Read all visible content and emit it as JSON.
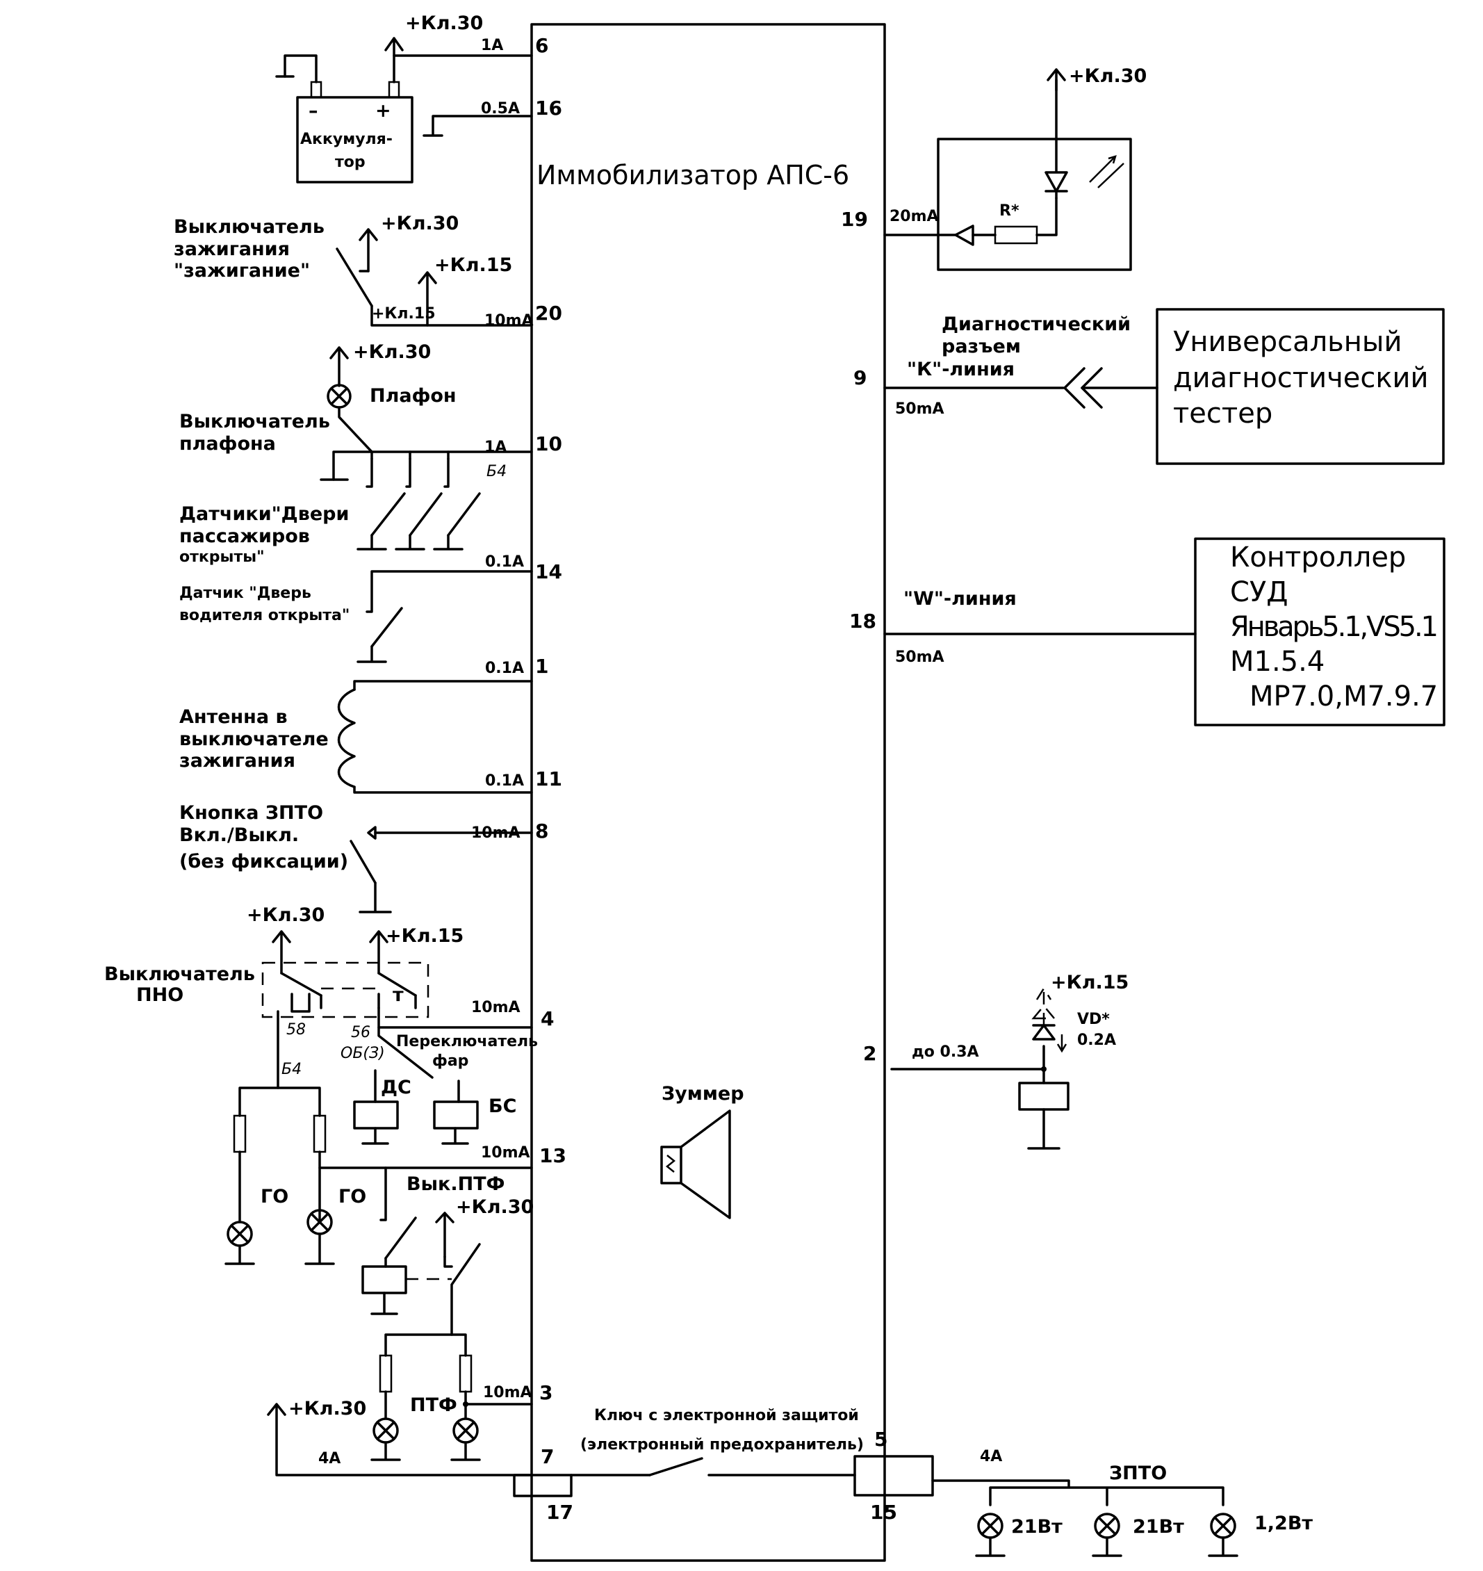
{
  "unit": {
    "title": "Иммобилизатор АПС-6",
    "buzzer": "Зуммер",
    "key_line1": "Ключ с электронной защитой",
    "key_line2": "(электронный предохранитель)"
  },
  "pins": [
    {
      "num": "6",
      "current": "1А"
    },
    {
      "num": "16",
      "current": "0.5А"
    },
    {
      "num": "20",
      "current": "10mA"
    },
    {
      "num": "10",
      "current": "1А",
      "wire": "Б4"
    },
    {
      "num": "14",
      "current": "0.1А"
    },
    {
      "num": "1",
      "current": "0.1А"
    },
    {
      "num": "11",
      "current": "0.1А"
    },
    {
      "num": "8",
      "current": "10mA"
    },
    {
      "num": "4",
      "current": "10mA"
    },
    {
      "num": "13",
      "current": "10mA"
    },
    {
      "num": "3",
      "current": "10mA"
    },
    {
      "num": "7",
      "current": "4А"
    },
    {
      "num": "17"
    },
    {
      "num": "19",
      "current": "20mA"
    },
    {
      "num": "9",
      "current": "50mA"
    },
    {
      "num": "18",
      "current": "50mA"
    },
    {
      "num": "2",
      "current": "до 0.3А"
    },
    {
      "num": "5",
      "current": "4А"
    },
    {
      "num": "15"
    }
  ],
  "supply": {
    "kl30": "+Кл.30",
    "kl15": "+Кл.15"
  },
  "battery": {
    "label_line1": "Аккумуля-",
    "label_line2": "тор",
    "minus": "–",
    "plus": "+"
  },
  "ignition": {
    "line1": "Выключатель",
    "line2": "зажигания",
    "line3": "\"зажигание\"",
    "contact": "+Кл.15"
  },
  "ceiling": {
    "lamp": "Плафон",
    "switch_line1": "Выключатель",
    "switch_line2": "плафона"
  },
  "door_sensors": {
    "line1": "Датчики\"Двери",
    "line2": "пассажиров",
    "line3": "открыты\""
  },
  "driver_door": {
    "line1": "Датчик \"Дверь",
    "line2": "водителя открыта\""
  },
  "antenna": {
    "line1": "Антенна в",
    "line2": "выключателе",
    "line3": "зажигания"
  },
  "zpto_button": {
    "line1": "Кнопка ЗПТО",
    "line2": "Вкл./Выкл.",
    "line3": "(без фиксации)"
  },
  "pno": {
    "line1": "Выключатель",
    "line2": "ПНО",
    "t": "т",
    "w56": "56",
    "w58": "58",
    "w_ob": "ОБ(З)",
    "w_b4": "Б4"
  },
  "headlight_switch": {
    "line1": "Переключатель",
    "line2": "фар",
    "ds": "ДС",
    "bs": "БС"
  },
  "lamps": {
    "go": "ГО",
    "ptf": "ПТФ",
    "ptf_switch": "Вык.ПТФ"
  },
  "led": {
    "resistor": "R*"
  },
  "diag": {
    "line1": "Диагностический",
    "line2": "разъем",
    "kline": "\"К\"-линия"
  },
  "tester": {
    "line1": "Универсальный",
    "line2": "диагностический",
    "line3": "тестер"
  },
  "wline": "\"W\"-линия",
  "controller": {
    "line1": "Контроллер",
    "line2": "СУД",
    "line3": "Январь5.1,VS5.1",
    "line4": "М1.5.4",
    "line5": "МР7.0,М7.9.7"
  },
  "relay2": {
    "vd": "VD*",
    "current": "0.2А"
  },
  "zpto": {
    "label": "ЗПТО",
    "lamp1": "21Вт",
    "lamp2": "21Вт",
    "lamp3": "1,2Вт"
  }
}
